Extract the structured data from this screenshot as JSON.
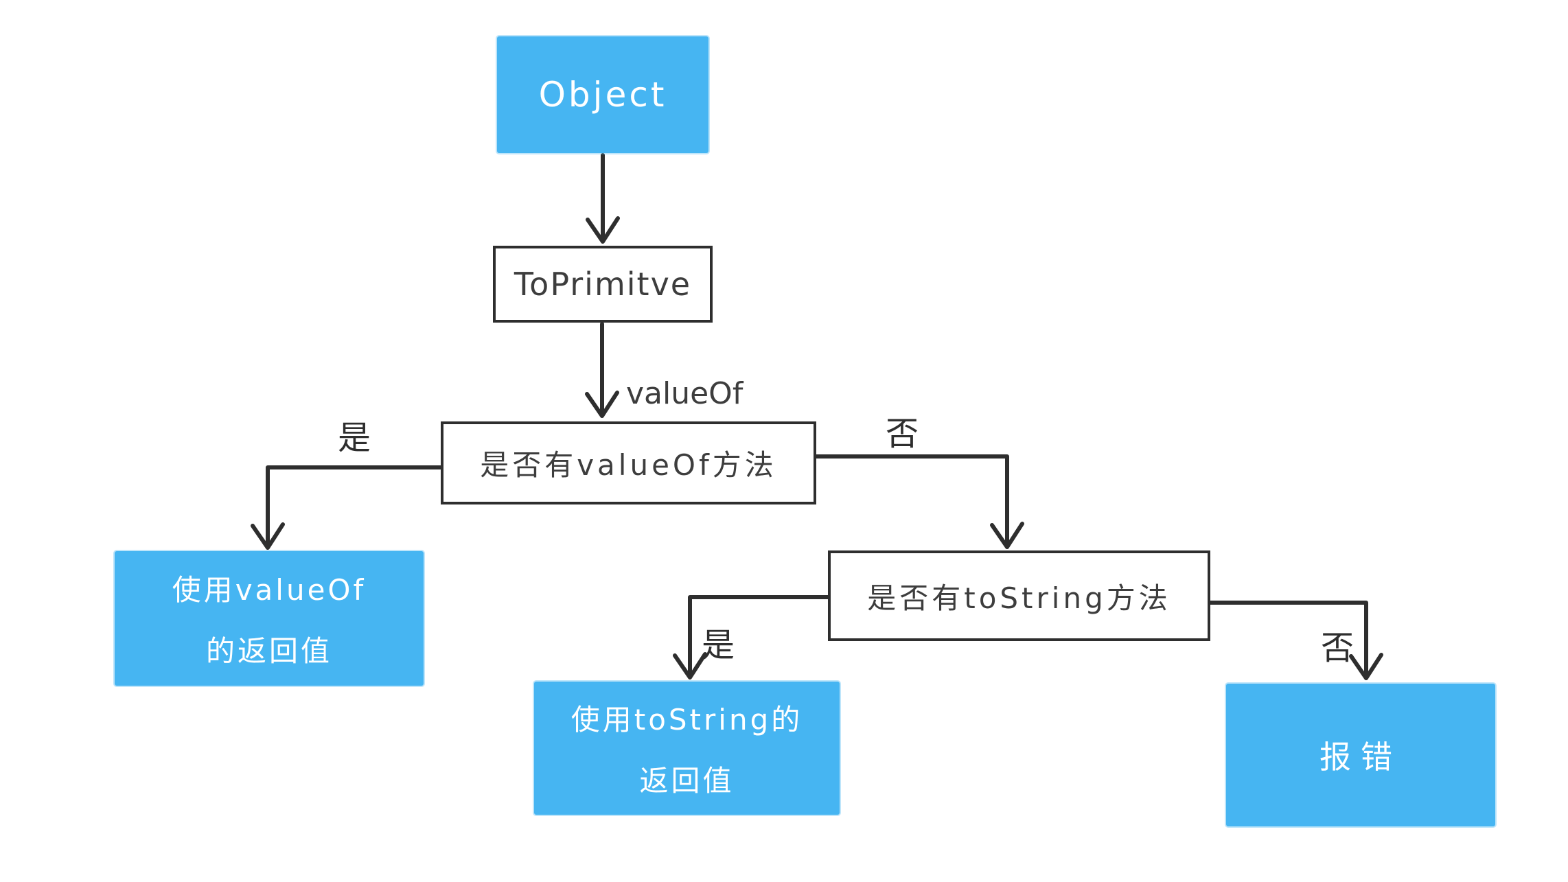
{
  "diagram": {
    "title": "ToPrimitive flowchart",
    "nodes": {
      "object": {
        "label": "Object"
      },
      "to_primitive": {
        "label": "ToPrimitve"
      },
      "value_of_check": {
        "label": "是否有valueOf方法"
      },
      "use_value_of": {
        "line1": "使用valueOf",
        "line2": "的返回值"
      },
      "to_string_check": {
        "label": "是否有toString方法"
      },
      "use_to_string": {
        "line1": "使用toString的",
        "line2": "返回值"
      },
      "error": {
        "label": "报错"
      }
    },
    "edge_labels": {
      "value_of": "valueOf",
      "value_of_yes": "是",
      "value_of_no": "否",
      "to_string_yes": "是",
      "to_string_no": "否"
    },
    "colors": {
      "node_fill": "#46b5f2",
      "node_text_on_fill": "#ffffff",
      "outline_border": "#2e2e2e",
      "line": "#2e2e2e",
      "background": "#ffffff"
    }
  }
}
